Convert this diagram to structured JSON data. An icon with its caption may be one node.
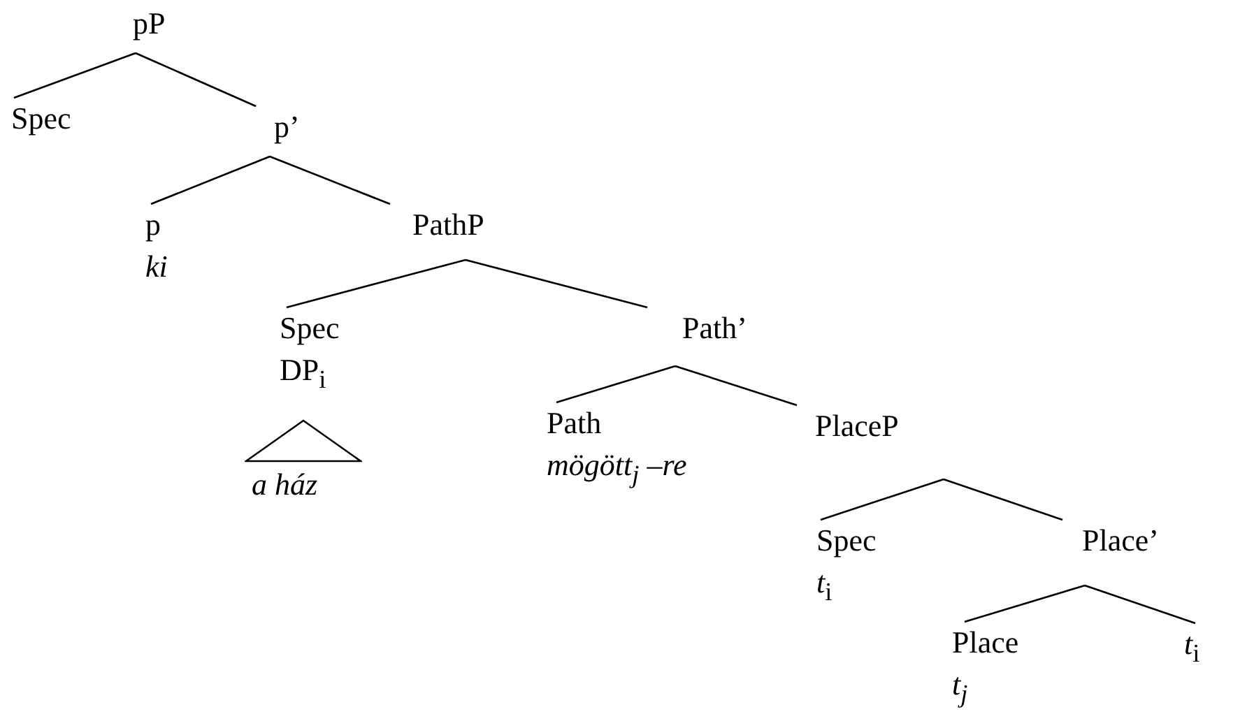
{
  "diagram": {
    "nodes": [
      {
        "text": [
          "pP"
        ]
      },
      {
        "text": [
          "Spec"
        ]
      },
      {
        "text": [
          "p’"
        ]
      },
      {
        "text": [
          "p",
          "ki"
        ]
      },
      {
        "text": [
          "PathP"
        ]
      },
      {
        "text": [
          "Spec",
          "DP$_{i}$"
        ]
      },
      {
        "text": [],
        "shape": "triangle",
        "beside": [
          "a ház"
        ]
      },
      {
        "text": [
          "Path’"
        ]
      },
      {
        "text": [
          "Path",
          "mögött$_{j}$ –re"
        ]
      },
      {
        "text": [
          "PlaceP"
        ]
      },
      {
        "text": [
          "Spec",
          "*t*$_{i}$"
        ]
      },
      {
        "text": [
          "Place’"
        ]
      },
      {
        "text": [
          "Place",
          "t$_{j}$"
        ]
      },
      {
        "text": [
          "*t*$_{i}$"
        ]
      }
    ],
    "edges": [
      {
        "from": 0,
        "to": 1,
        "arrow": "none"
      },
      {
        "from": 0,
        "to": 2,
        "arrow": "none"
      },
      {
        "from": 2,
        "to": 3,
        "arrow": "none"
      },
      {
        "from": 2,
        "to": 4,
        "arrow": "none"
      },
      {
        "from": 4,
        "to": 5,
        "arrow": "none"
      },
      {
        "from": 4,
        "to": 7,
        "arrow": "none"
      },
      {
        "from": 7,
        "to": 8,
        "arrow": "none"
      },
      {
        "from": 7,
        "to": 9,
        "arrow": "none"
      },
      {
        "from": 9,
        "to": 10,
        "arrow": "none"
      },
      {
        "from": 9,
        "to": 11,
        "arrow": "none"
      },
      {
        "from": 11,
        "to": 12,
        "arrow": "none"
      },
      {
        "from": 11,
        "to": 13,
        "arrow": "none"
      }
    ]
  }
}
